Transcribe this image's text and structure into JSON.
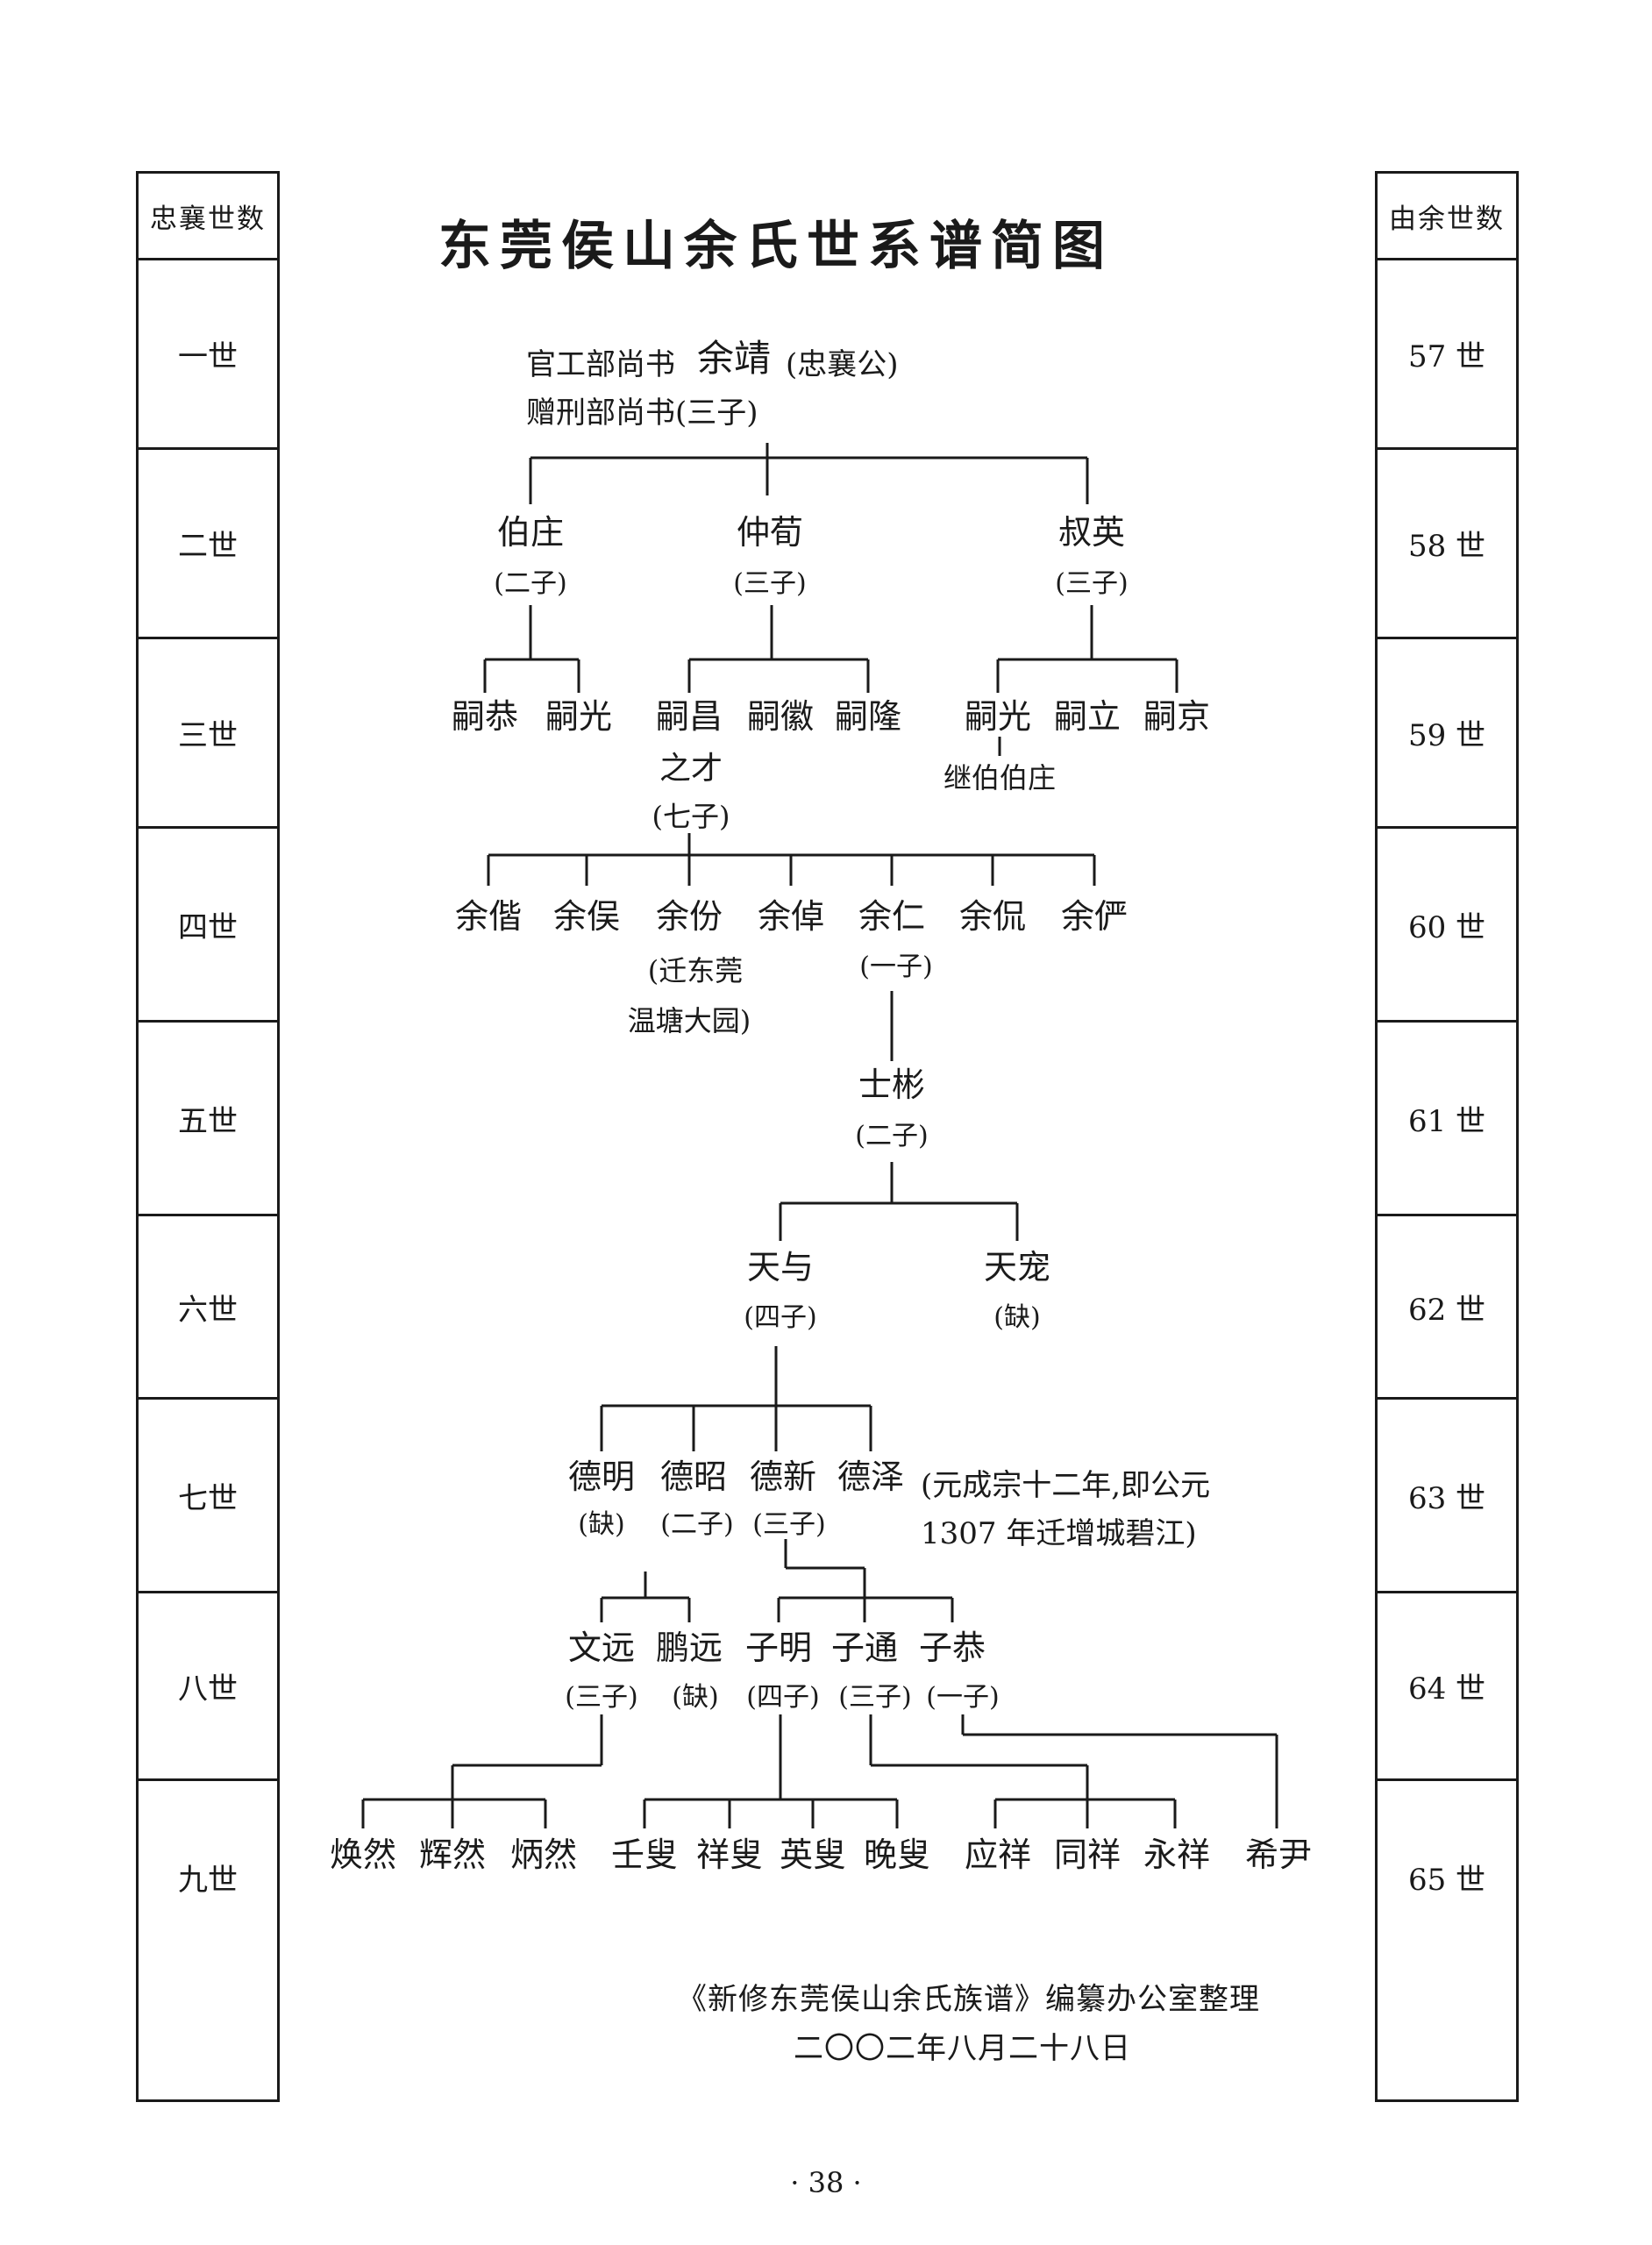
{
  "title": "东莞侯山余氏世系谱简图",
  "left_column": {
    "header": "忠襄世数",
    "rows": [
      "一世",
      "二世",
      "三世",
      "四世",
      "五世",
      "六世",
      "七世",
      "八世",
      "九世"
    ]
  },
  "right_column": {
    "header": "由余世数",
    "rows": [
      "57 世",
      "58 世",
      "59 世",
      "60 世",
      "61 世",
      "62 世",
      "63 世",
      "64 世",
      "65 世"
    ]
  },
  "root": {
    "line1_prefix": "官工部尚书",
    "name": "余靖",
    "line1_suffix": "(忠襄公)",
    "line2": "赠刑部尚书(三子)"
  },
  "gen2": [
    {
      "name": "伯庄",
      "note": "(二子)"
    },
    {
      "name": "仲荀",
      "note": "(三子)"
    },
    {
      "name": "叔英",
      "note": "(三子)"
    }
  ],
  "gen3": [
    {
      "name": "嗣恭"
    },
    {
      "name": "嗣光"
    },
    {
      "name": "嗣昌"
    },
    {
      "name": "嗣徽"
    },
    {
      "name": "嗣隆"
    },
    {
      "name": "嗣光"
    },
    {
      "name": "嗣立"
    },
    {
      "name": "嗣京"
    }
  ],
  "gen3_notes": {
    "zhicai": "之才",
    "zhicai_note": "(七子)",
    "jibo": "继伯伯庄"
  },
  "gen4": [
    {
      "name": "余偕"
    },
    {
      "name": "余俣"
    },
    {
      "name": "余份"
    },
    {
      "name": "余倬"
    },
    {
      "name": "余仁"
    },
    {
      "name": "余侃"
    },
    {
      "name": "余俨"
    }
  ],
  "gen4_notes": {
    "yufen_note1": "(迁东莞",
    "yufen_note2": "温塘大园)",
    "yuren_note": "(一子)"
  },
  "gen5": {
    "name": "士彬",
    "note": "(二子)"
  },
  "gen6": [
    {
      "name": "天与",
      "note": "(四子)"
    },
    {
      "name": "天宠",
      "note": "(缺)"
    }
  ],
  "gen7": [
    {
      "name": "德明",
      "note": "(缺)"
    },
    {
      "name": "德昭",
      "note": "(二子)"
    },
    {
      "name": "德新",
      "note": "(三子)"
    },
    {
      "name": "德泽",
      "note": ""
    }
  ],
  "gen7_note": {
    "line1": "(元成宗十二年,即公元",
    "line2": "1307 年迁增城碧江)"
  },
  "gen8": [
    {
      "name": "文远",
      "note": "(三子)"
    },
    {
      "name": "鹏远",
      "note": "(缺)"
    },
    {
      "name": "子明",
      "note": "(四子)"
    },
    {
      "name": "子通",
      "note": "(三子)"
    },
    {
      "name": "子恭",
      "note": "(一子)"
    }
  ],
  "gen9": [
    {
      "name": "焕然"
    },
    {
      "name": "辉然"
    },
    {
      "name": "炳然"
    },
    {
      "name": "壬叟"
    },
    {
      "name": "祥叟"
    },
    {
      "name": "英叟"
    },
    {
      "name": "晚叟"
    },
    {
      "name": "应祥"
    },
    {
      "name": "同祥"
    },
    {
      "name": "永祥"
    },
    {
      "name": "希尹"
    }
  ],
  "credit": {
    "line1": "《新修东莞侯山余氏族谱》编纂办公室整理",
    "line2": "二〇〇二年八月二十八日"
  },
  "page_number": "· 38 ·"
}
